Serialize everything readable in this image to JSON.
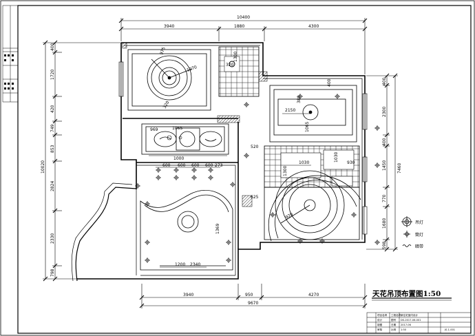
{
  "drawing": {
    "title": "天花吊顶布置图1:50",
    "top_dims": {
      "overall": "10400",
      "segments": [
        "3940",
        "1880",
        "4300"
      ]
    },
    "bottom_dims": {
      "overall": "9670",
      "segments": [
        "3940",
        "950",
        "4270"
      ]
    },
    "left_dims": {
      "overall": "10020",
      "segments": [
        "400",
        "1720",
        "420",
        "749",
        "853",
        "2824",
        "2330",
        "798"
      ]
    },
    "right_dims": {
      "overall": "7460",
      "segments": [
        "400",
        "2300",
        "400",
        "1450",
        "770",
        "1680",
        "598"
      ]
    },
    "inner_dims": [
      "975",
      "1270",
      "320",
      "1300",
      "320",
      "380",
      "2150",
      "1065",
      "400",
      "969",
      "1065",
      "1000",
      "520",
      "600",
      "600",
      "600",
      "600",
      "273",
      "625",
      "1030",
      "1300",
      "1030",
      "930",
      "920",
      "1369",
      "1200",
      "2340"
    ]
  },
  "legend": [
    {
      "label": "吊灯",
      "icon": "pendant-lamp-icon"
    },
    {
      "label": "筒灯",
      "icon": "downlight-icon"
    },
    {
      "label": "暗带",
      "icon": "hidden-light-strip-icon"
    }
  ],
  "title_block": {
    "rows": [
      [
        "项目名称",
        "工程名称",
        "某住宅室内设计"
      ],
      [
        "设计",
        "图号",
        "DS-2017-06-001"
      ],
      [
        "制图",
        "日期",
        "2017.06"
      ],
      [
        "审核",
        "比例",
        "1:50"
      ]
    ],
    "sheet_label": "JS-1-001"
  }
}
